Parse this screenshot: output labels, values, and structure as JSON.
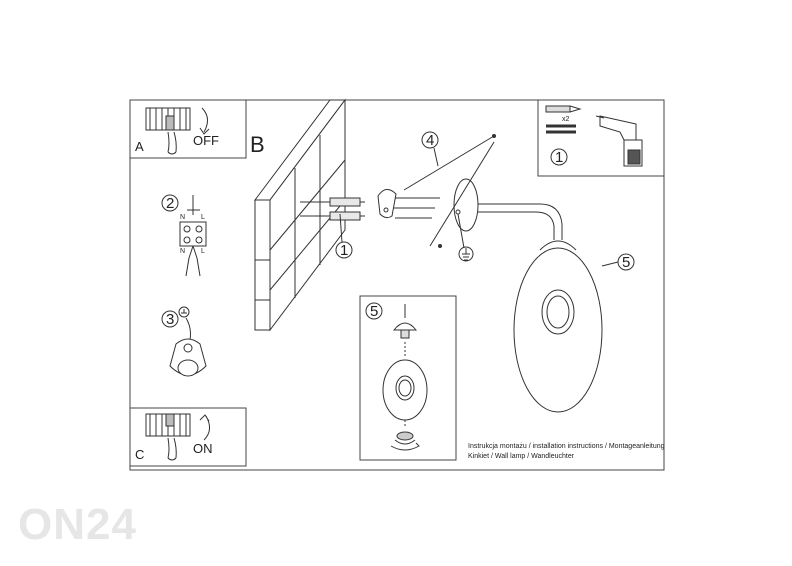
{
  "panel_a": {
    "letter": "A",
    "state": "OFF"
  },
  "panel_c": {
    "letter": "C",
    "state": "ON"
  },
  "panel_b": {
    "letter": "B"
  },
  "steps": {
    "s1_top": "1",
    "s1_wall": "1",
    "s2": "2",
    "s3": "3",
    "s4": "4",
    "s5_main": "5",
    "s5_inset": "5"
  },
  "top_right": {
    "count": "x2"
  },
  "wiring": {
    "n_top": "N",
    "l_top": "L",
    "n_bottom": "N",
    "l_bottom": "L"
  },
  "captions": {
    "line1": "Instrukcja montażu / installation instructions / Montageanleitung",
    "line2": "Kinkiet / Wall lamp / Wandleuchter"
  },
  "watermark": "ON24"
}
